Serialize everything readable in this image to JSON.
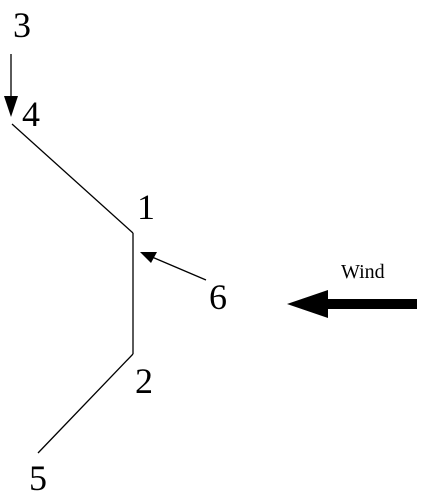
{
  "labels": {
    "node_1": "1",
    "node_2": "2",
    "node_3": "3",
    "node_4": "4",
    "node_5": "5",
    "node_6": "6",
    "wind": "Wind"
  },
  "colors": {
    "line": "#000000",
    "background": "#ffffff"
  }
}
